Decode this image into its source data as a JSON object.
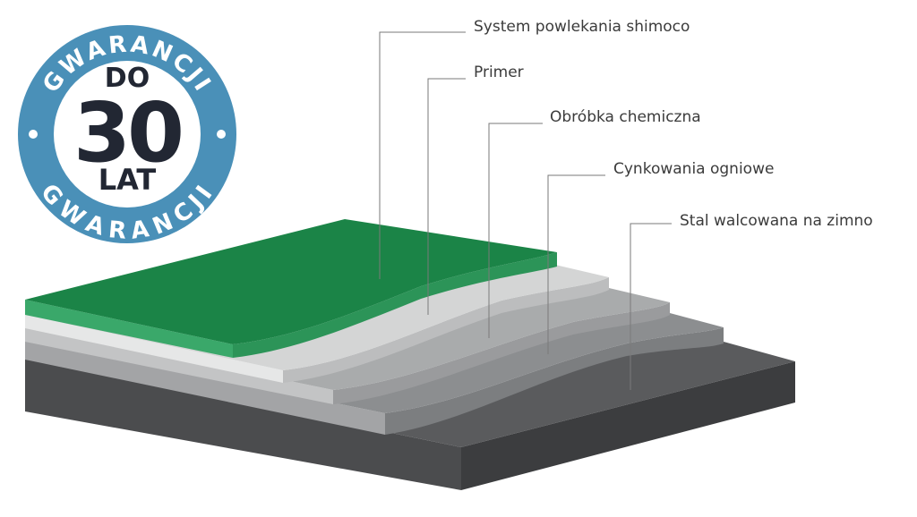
{
  "badge": {
    "ring_top": "GWARANCJI",
    "ring_bottom": "GWARANCJI",
    "prefix": "DO",
    "number": "30",
    "unit": "LAT",
    "ring_color": "#4a90b8",
    "center_color": "#ffffff",
    "text_color": "#222733"
  },
  "layers": [
    {
      "label": "System powlekania shimoco",
      "color": "#1b8447"
    },
    {
      "label": "Primer",
      "color": "#d4d5d5"
    },
    {
      "label": "Obróbka chemiczna",
      "color": "#a9abac"
    },
    {
      "label": "Cynkowania ogniowe",
      "color": "#8c8e90"
    },
    {
      "label": "Stal walcowana na zimno",
      "color": "#5a5b5d"
    }
  ]
}
